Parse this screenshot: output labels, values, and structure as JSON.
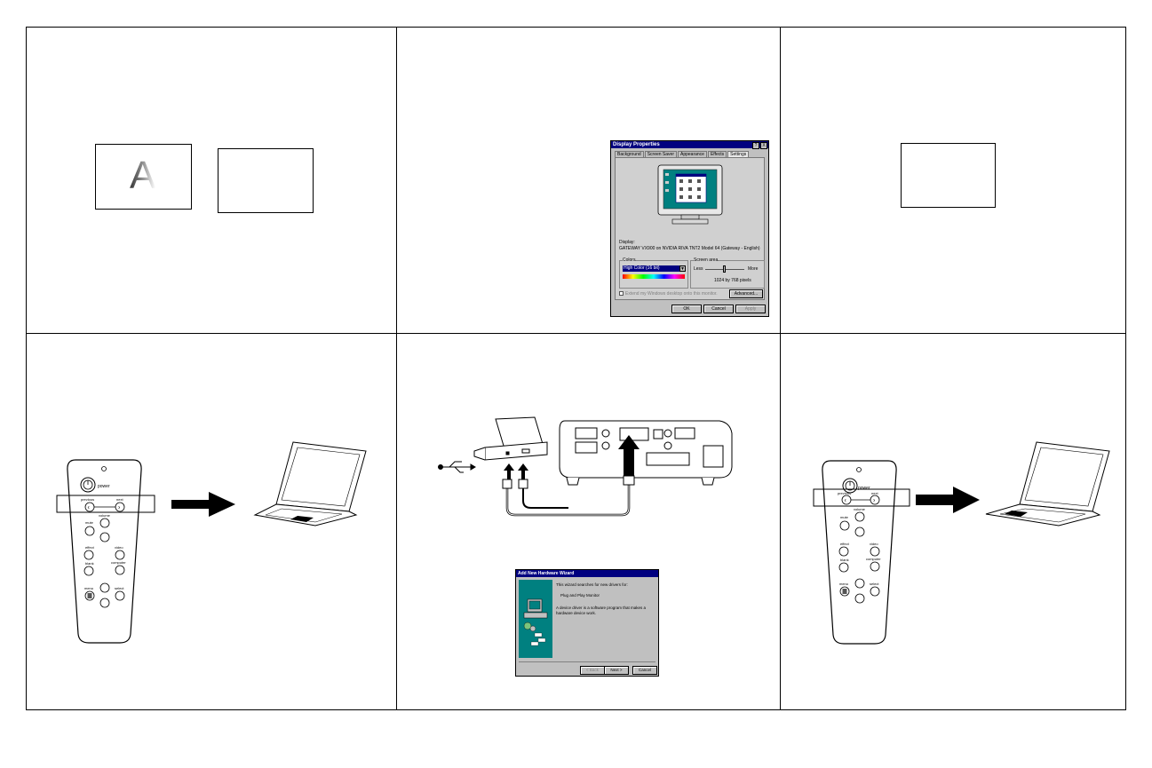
{
  "display_dialog": {
    "title": "Display Properties",
    "title_buttons": [
      "?",
      "X"
    ],
    "tabs": [
      "Background",
      "Screen Saver",
      "Appearance",
      "Effects",
      "Settings"
    ],
    "active_tab": "Settings",
    "display_label": "Display:",
    "display_value": "GATEWAY VX900 on NVIDIA RIVA TNT2 Model 64 (Gateway - English)",
    "colors_label": "Colors",
    "colors_value": "High Color (16 bit)",
    "screen_area_label": "Screen area",
    "less_label": "Less",
    "more_label": "More",
    "resolution": "1024 by 768 pixels",
    "extend_checkbox_label": "Extend my Windows desktop onto this monitor.",
    "advanced_button": "Advanced...",
    "ok_button": "OK",
    "cancel_button": "Cancel",
    "apply_button": "Apply"
  },
  "hardware_wizard": {
    "title": "Add New Hardware Wizard",
    "line1": "This wizard searches for new drivers for:",
    "device": "Plug and Play Monitor",
    "line2": "A device driver is a software program that makes a hardware device work.",
    "back_button": "< Back",
    "next_button": "Next >",
    "cancel_button": "Cancel"
  },
  "remote": {
    "power": "power",
    "previous": "previous",
    "next": "next",
    "volume": "volume",
    "mute": "mute",
    "effect": "effect",
    "video": "video",
    "blank": "blank",
    "computer": "computer",
    "menu": "menu",
    "select": "select"
  },
  "colors": {
    "border": "#000000",
    "dialog_face": "#c0c0c0",
    "titlebar": "#000080",
    "monitor_screen": "#008080"
  }
}
